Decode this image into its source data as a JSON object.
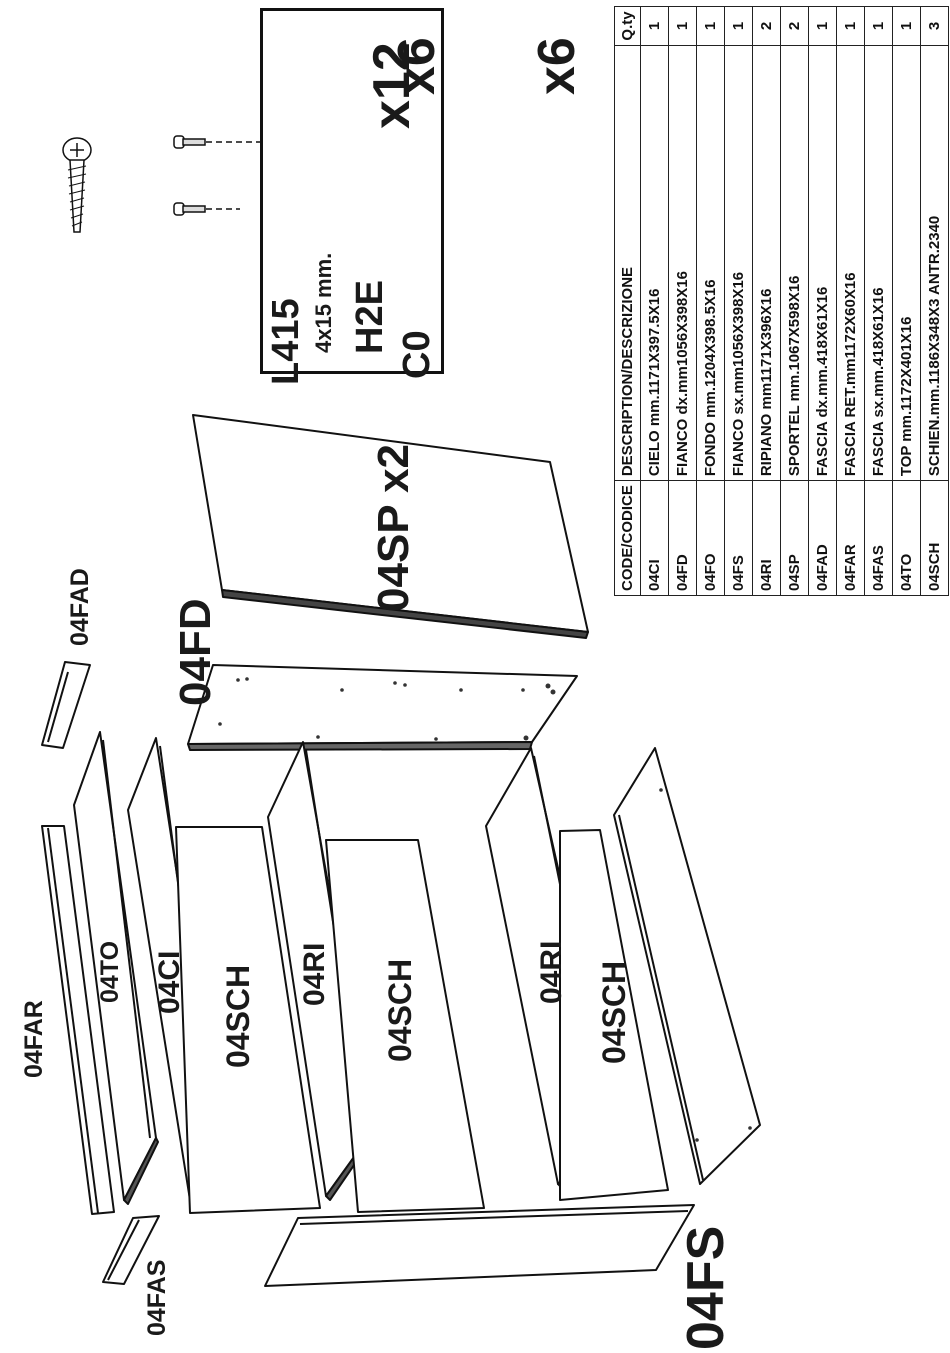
{
  "hardware": [
    {
      "code": "L415",
      "note": "4x15 mm.",
      "qty": "x12",
      "icon": "screw-icon"
    },
    {
      "code": "H2E",
      "note": "",
      "qty": "x6",
      "icon": "bracket-icon"
    },
    {
      "code": "C0",
      "note": "",
      "qty": "x6",
      "icon": "hinge-icon"
    }
  ],
  "table": {
    "headers": {
      "code": "CODE/CODICE",
      "desc": "DESCRIPTION/DESCRIZIONE",
      "qty": "Q.ty"
    },
    "rows": [
      {
        "code": "04CI",
        "desc": "CIELO mm.1171X397.5X16",
        "qty": "1"
      },
      {
        "code": "04FD",
        "desc": "FIANCO dx.mm1056X398X16",
        "qty": "1"
      },
      {
        "code": "04FO",
        "desc": "FONDO mm.1204X398.5X16",
        "qty": "1"
      },
      {
        "code": "04FS",
        "desc": "FIANCO sx.mm1056X398X16",
        "qty": "1"
      },
      {
        "code": "04RI",
        "desc": "RIPIANO mm1171X396X16",
        "qty": "2"
      },
      {
        "code": "04SP",
        "desc": "SPORTEL mm.1067X598X16",
        "qty": "2"
      },
      {
        "code": "04FAD",
        "desc": "FASCIA dx.mm.418X61X16",
        "qty": "1"
      },
      {
        "code": "04FAR",
        "desc": "FASCIA RET.mm1172X60X16",
        "qty": "1"
      },
      {
        "code": "04FAS",
        "desc": "FASCIA sx.mm.418X61X16",
        "qty": "1"
      },
      {
        "code": "04TO",
        "desc": "TOP mm.1172X401X16",
        "qty": "1"
      },
      {
        "code": "04SCH",
        "desc": "SCHIEN.mm.1186X348X3 ANTR.2340",
        "qty": "3"
      }
    ]
  },
  "labels": {
    "sp": "04SP x2",
    "fd": "04FD",
    "fad": "04FAD",
    "far": "04FAR",
    "to": "04TO",
    "ci": "04CI",
    "sch1": "04SCH",
    "ri1": "04RI",
    "sch2": "04SCH",
    "ri2": "04RI",
    "sch3": "04SCH",
    "fas": "04FAS",
    "fs": "04FS"
  }
}
